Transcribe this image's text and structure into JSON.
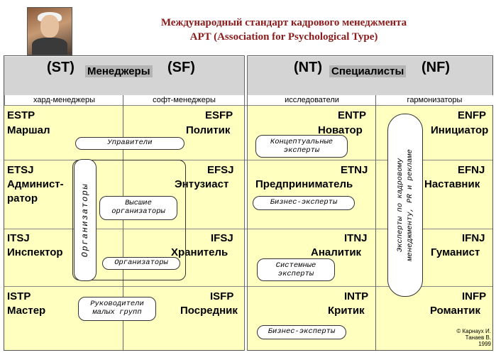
{
  "header": {
    "title_line1": "Международный стандарт кадрового менеджмента",
    "title_line2": "APT (Association for Psychological Type)"
  },
  "groups": {
    "left": {
      "st": "(ST)",
      "label": "Менеджеры",
      "sf": "(SF)"
    },
    "right": {
      "nt": "(NT)",
      "label": "Специалисты",
      "nf": "(NF)"
    }
  },
  "subheaders": [
    "хард-менеджеры",
    "софт-менеджеры",
    "исследователи",
    "гармонизаторы"
  ],
  "rows": [
    {
      "c1": {
        "code": "ESTP",
        "name": "Маршал"
      },
      "c2": {
        "code": "ESFP",
        "name": "Политик"
      },
      "c3": {
        "code": "ENTP",
        "name": "Новатор"
      },
      "c4": {
        "code": "ENFP",
        "name": "Инициатор"
      }
    },
    {
      "c1": {
        "code": "ETSJ",
        "name": "Админист-",
        "name2": "ратор"
      },
      "c2": {
        "code": "EFSJ",
        "name": "Энтузиаст"
      },
      "c3": {
        "code": "ETNJ",
        "name": "Предприниматель"
      },
      "c4": {
        "code": "EFNJ",
        "name": "Наставник"
      }
    },
    {
      "c1": {
        "code": "ITSJ",
        "name": "Инспектор"
      },
      "c2": {
        "code": "IFSJ",
        "name": "Хранитель"
      },
      "c3": {
        "code": "ITNJ",
        "name": "Аналитик"
      },
      "c4": {
        "code": "IFNJ",
        "name": "Гуманист"
      }
    },
    {
      "c1": {
        "code": "ISTP",
        "name": "Мастер"
      },
      "c2": {
        "code": "ISFP",
        "name": "Посредник"
      },
      "c3": {
        "code": "INTP",
        "name": "Критик"
      },
      "c4": {
        "code": "INFP",
        "name": "Романтик"
      }
    }
  ],
  "callouts": {
    "upraviteli": "Управители",
    "vysshie_1": "Высшие",
    "vysshie_2": "организаторы",
    "organizatory_vertical": "Организаторы",
    "organizatory": "Организаторы",
    "rukovoditeli_1": "Руководители",
    "rukovoditeli_2": "малых групп",
    "konceptualnye_1": "Концептуальные",
    "konceptualnye_2": "эксперты",
    "biznes_1": "Бизнес-эксперты",
    "sistemnye_1": "Системные",
    "sistemnye_2": "эксперты",
    "biznes_2": "Бизнес-эксперты",
    "eksperty_v1": "Эксперты по кадровому",
    "eksperty_v2": "менеджменту, PR и рекламе"
  },
  "copyright": {
    "line1": "© Карнаух И.",
    "line2": "Танаев В.",
    "line3": "1999"
  }
}
